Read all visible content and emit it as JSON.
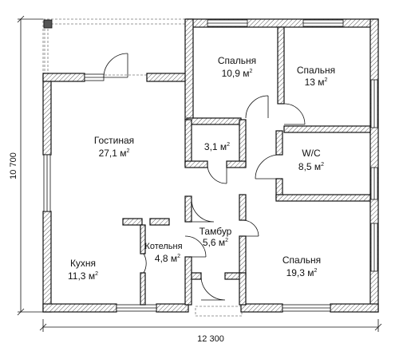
{
  "plan": {
    "rooms": [
      {
        "name": "Спальня",
        "area": "10,9 м",
        "sup": "2"
      },
      {
        "name": "Спальня",
        "area": "13 м",
        "sup": "2"
      },
      {
        "name": "Гостиная",
        "area": "27,1 м",
        "sup": "2"
      },
      {
        "name": "",
        "area": "3,1 м",
        "sup": "2"
      },
      {
        "name": "W/C",
        "area": "8,5 м",
        "sup": "2"
      },
      {
        "name": "Тамбур",
        "area": "5,6 м",
        "sup": "2"
      },
      {
        "name": "Котельня",
        "area": "4,8 м",
        "sup": "2"
      },
      {
        "name": "Кухня",
        "area": "11,3 м",
        "sup": "2"
      },
      {
        "name": "Спальня",
        "area": "19,3 м",
        "sup": "2"
      }
    ],
    "dimensions": {
      "width": "12 300",
      "height": "10 700"
    }
  }
}
